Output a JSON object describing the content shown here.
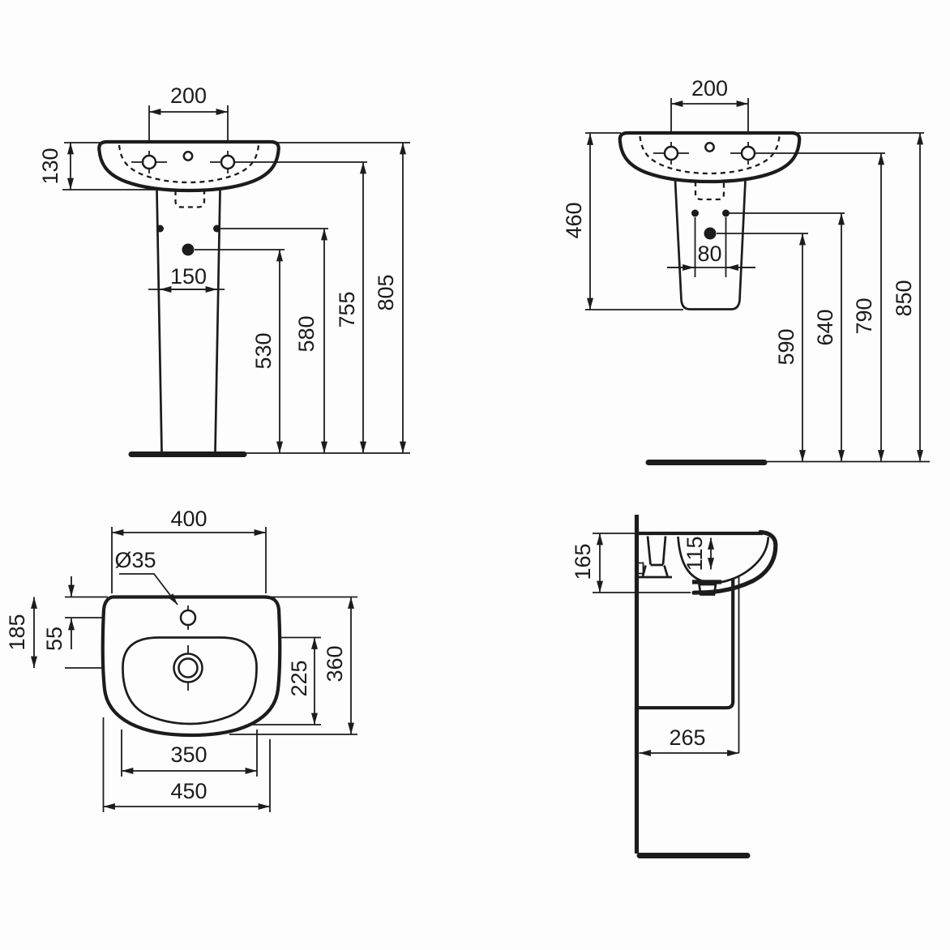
{
  "front_view": {
    "tap_hole_spacing": "200",
    "rim_to_underside": "130",
    "pedestal_fixing_spacing": "150",
    "waste_outlet_height": "530",
    "fixing_holes_height": "580",
    "tap_holes_height": "755",
    "rim_height": "805"
  },
  "semi_pedestal_view": {
    "tap_hole_spacing": "200",
    "semi_pedestal_height": "460",
    "fixing_hole_spacing": "80",
    "waste_outlet_height": "590",
    "fixing_holes_height": "640",
    "tap_holes_height": "790",
    "rim_height": "850"
  },
  "plan_view": {
    "tap_ledge_width": "400",
    "tap_hole_diameter": "Ø35",
    "rear_to_waste": "185",
    "rear_to_tap_hole": "55",
    "bowl_depth": "225",
    "overall_depth": "360",
    "bowl_width": "350",
    "overall_width": "450"
  },
  "section_view": {
    "front_apron_height": "165",
    "bowl_inner_depth": "115",
    "wall_to_front": "265"
  },
  "colors": {
    "line_color": "#1c1c1c",
    "background": "#fdfdfd"
  }
}
